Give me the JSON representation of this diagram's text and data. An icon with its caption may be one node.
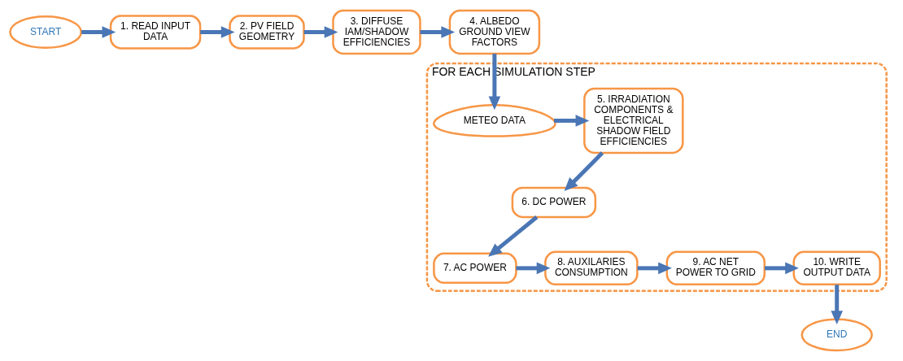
{
  "diagram": {
    "nodes": [
      {
        "text": [
          "START"
        ]
      },
      {
        "text": [
          "1. READ INPUT DATA"
        ]
      },
      {
        "text": [
          "2. PV FIELD GEOMETRY"
        ]
      },
      {
        "text": [
          "3. DIFFUSE IAM/SHADOW EFFICIENCIES"
        ]
      },
      {
        "text": [
          "4. ALBEDO GROUND VIEW FACTORS"
        ]
      },
      {
        "text": [
          "FOR EACH SIMULATION STEP"
        ]
      },
      {
        "text": [
          "METEO DATA"
        ],
        "in": 5
      },
      {
        "text": [
          "5. IRRADIATION COMPONENTS & ELECTRICAL SHADOW FIELD EFFICIENCIES"
        ],
        "in": 5
      },
      {
        "text": [
          "6. DC POWER"
        ],
        "in": 5
      },
      {
        "text": [
          "7. AC POWER"
        ],
        "in": 5
      },
      {
        "text": [
          "8. AUXILARIES CONSUMPTION"
        ],
        "in": 5
      },
      {
        "text": [
          "9. AC NET POWER TO GRID"
        ],
        "in": 5
      },
      {
        "text": [
          "10. WRITE OUTPUT DATA"
        ],
        "in": 5
      },
      {
        "text": [
          "END"
        ]
      }
    ],
    "edges": [
      {
        "from": 0,
        "to": 1,
        "arrow": "to"
      },
      {
        "from": 1,
        "to": 2,
        "arrow": "to"
      },
      {
        "from": 2,
        "to": 3,
        "arrow": "to"
      },
      {
        "from": 3,
        "to": 4,
        "arrow": "to"
      },
      {
        "from": 4,
        "to": 6,
        "arrow": "to"
      },
      {
        "from": 6,
        "to": 7,
        "arrow": "to"
      },
      {
        "from": 7,
        "to": 8,
        "arrow": "to"
      },
      {
        "from": 8,
        "to": 9,
        "arrow": "to"
      },
      {
        "from": 9,
        "to": 10,
        "arrow": "to"
      },
      {
        "from": 10,
        "to": 11,
        "arrow": "to"
      },
      {
        "from": 11,
        "to": 12,
        "arrow": "to"
      },
      {
        "from": 12,
        "to": 13,
        "arrow": "to"
      }
    ]
  }
}
